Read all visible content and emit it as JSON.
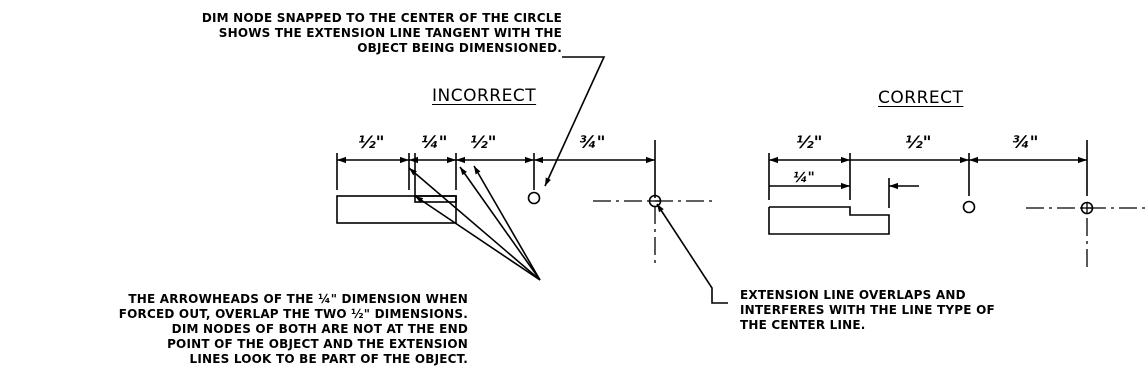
{
  "notes": {
    "top": [
      "DIM NODE SNAPPED TO THE CENTER OF THE CIRCLE",
      "SHOWS THE EXTENSION LINE TANGENT WITH THE",
      "OBJECT BEING DIMENSIONED."
    ],
    "bottom_left": [
      "THE ARROWHEADS OF THE ¼\" DIMENSION WHEN",
      "FORCED OUT, OVERLAP THE TWO ½\" DIMENSIONS.",
      "DIM NODES OF BOTH ARE NOT AT THE END",
      "POINT OF THE OBJECT AND THE EXTENSION",
      "LINES LOOK TO BE PART OF THE OBJECT."
    ],
    "bottom_right": [
      "EXTENSION LINE OVERLAPS AND",
      "INTERFERES WITH THE LINE TYPE OF",
      "THE CENTER LINE."
    ]
  },
  "headings": {
    "incorrect": "INCORRECT",
    "correct": "CORRECT"
  },
  "dimensions": {
    "incorrect": {
      "half_1": "½\"",
      "quarter": "¼\"",
      "half_2": "½\"",
      "three_quarter": "¾\""
    },
    "correct": {
      "half_1": "½\"",
      "quarter": "¼\"",
      "half_2": "½\"",
      "three_quarter": "¾\""
    }
  }
}
